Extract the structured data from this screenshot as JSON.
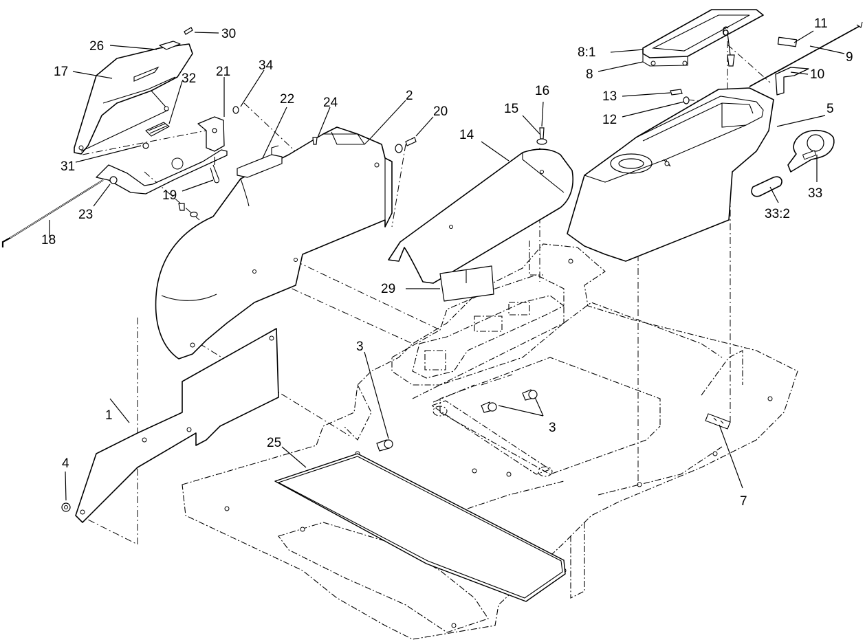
{
  "callouts": {
    "c1": "1",
    "c2": "2",
    "c3a": "3",
    "c3b": "3",
    "c4": "4",
    "c5": "5",
    "c6": "6",
    "c7": "7",
    "c8": "8",
    "c8_1": "8:1",
    "c9": "9",
    "c10": "10",
    "c11": "11",
    "c12": "12",
    "c13": "13",
    "c14": "14",
    "c15": "15",
    "c16": "16",
    "c17": "17",
    "c18": "18",
    "c19": "19",
    "c20": "20",
    "c21": "21",
    "c22": "22",
    "c23": "23",
    "c24": "24",
    "c25": "25",
    "c26": "26",
    "c29": "29",
    "c30": "30",
    "c31": "31",
    "c32": "32",
    "c33": "33",
    "c33_2": "33:2",
    "c34": "34"
  }
}
